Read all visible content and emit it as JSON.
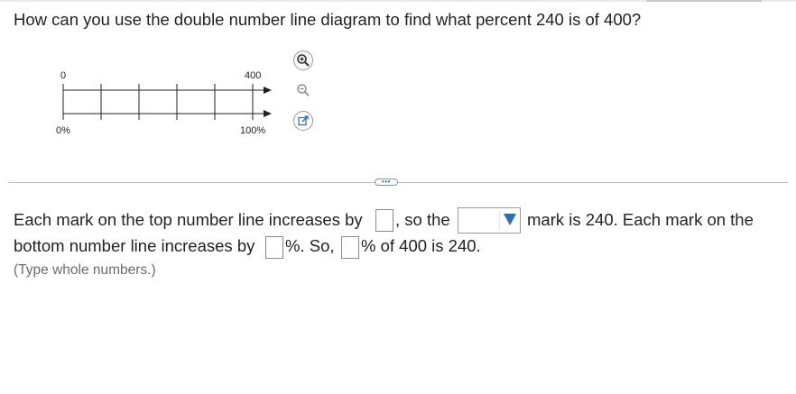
{
  "question": {
    "text": "How can you use the double number line diagram to find what percent 240 is of 400?"
  },
  "diagram": {
    "top_left_label": "0",
    "top_right_label": "400",
    "bottom_left_label": "0%",
    "bottom_right_label": "100%"
  },
  "tools": {
    "zoom_in_icon": "zoom-in-icon",
    "zoom_out_icon": "zoom-out-icon",
    "external_icon": "open-external-icon",
    "handle_text": "•••"
  },
  "answer": {
    "line1_part1": "Each mark on the top number line increases by",
    "line1_part2": ", so the",
    "line1_part3": "mark is 240. Each mark on the",
    "line2_part1": "bottom number line increases by",
    "line2_part2": "%. So,",
    "line2_part3": "% of 400 is 240.",
    "dropdown_selected": "",
    "hint": "(Type whole numbers.)"
  },
  "colors": {
    "accent": "#2a6fb5",
    "divider": "#b8b8b8"
  }
}
